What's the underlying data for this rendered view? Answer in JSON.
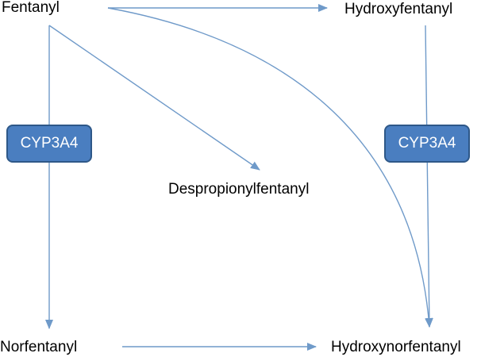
{
  "nodes": {
    "fentanyl": "Fentanyl",
    "hydroxyfentanyl": "Hydroxyfentanyl",
    "despropionylfentanyl": "Despropionylfentanyl",
    "norfentanyl": "Norfentanyl",
    "hydroxynorfentanyl": "Hydroxynorfentanyl"
  },
  "enzymes": {
    "left": "CYP3A4",
    "right": "CYP3A4"
  },
  "colors": {
    "arrow": "#6f9ac9",
    "enzyme_fill": "#4a7ec0",
    "enzyme_border": "#2e5888"
  }
}
